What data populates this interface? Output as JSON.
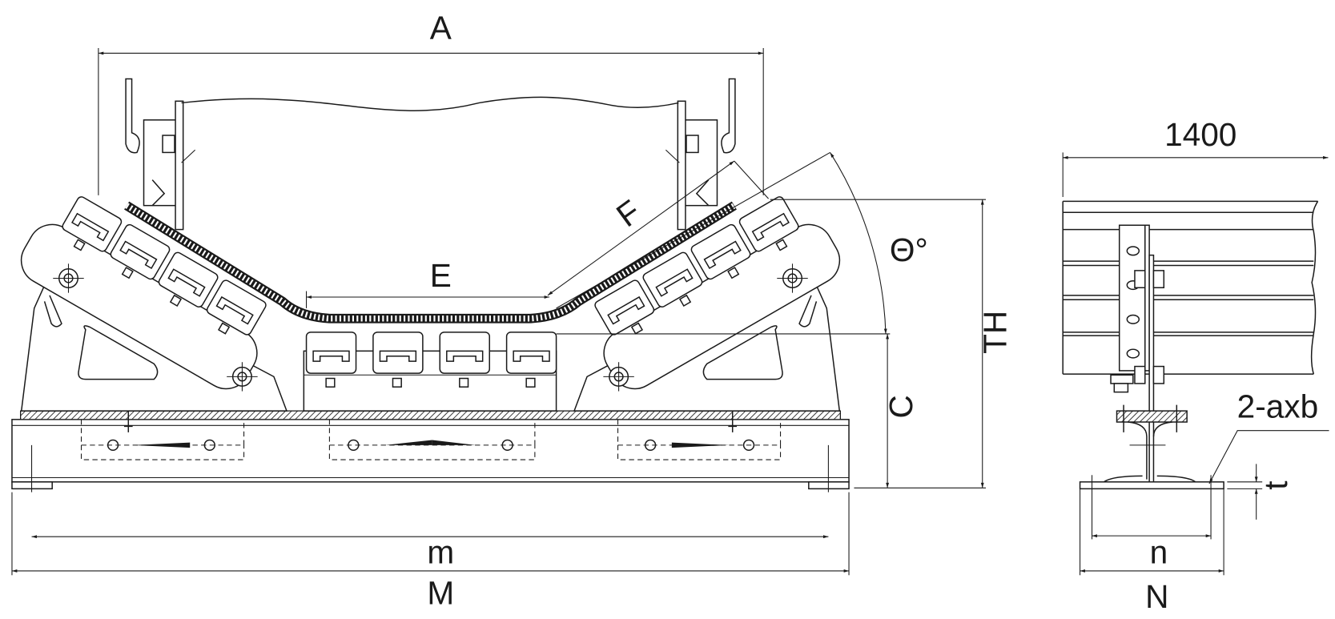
{
  "front_view": {
    "dimensions": {
      "A": "A",
      "E": "E",
      "F": "F",
      "theta": "Θ°",
      "TH": "TH",
      "C": "C",
      "m": "m",
      "M": "M"
    }
  },
  "side_view": {
    "dimensions": {
      "length": "1400",
      "holes": "2-axb",
      "t": "t",
      "n": "n",
      "N": "N"
    }
  }
}
